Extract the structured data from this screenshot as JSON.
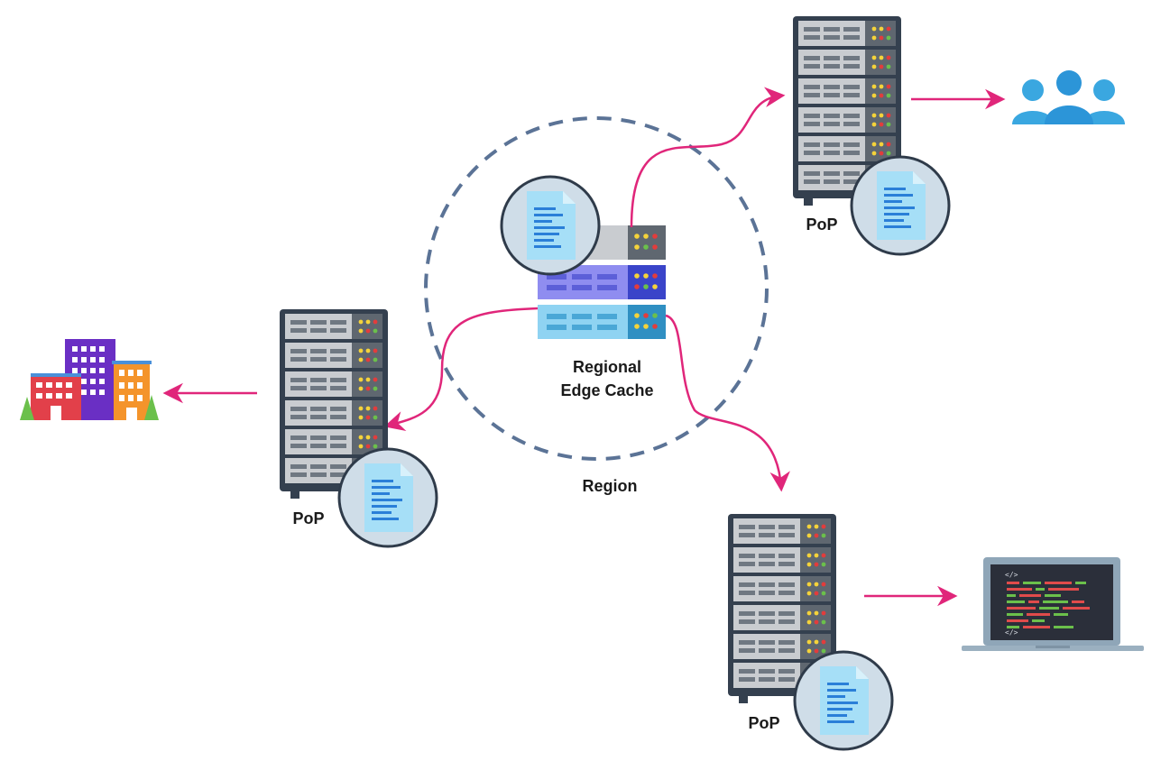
{
  "diagram": {
    "region_label": "Region",
    "regional_cache_label_line1": "Regional",
    "regional_cache_label_line2": "Edge Cache",
    "pops": [
      {
        "label": "PoP",
        "client": "users-group-icon"
      },
      {
        "label": "PoP",
        "client": "office-buildings-icon"
      },
      {
        "label": "PoP",
        "client": "laptop-code-icon"
      }
    ]
  },
  "colors": {
    "arrow": "#e0267a",
    "region_border": "#5b7396",
    "rack_frame": "#34404f",
    "doc_badge_bg": "#cfdde8",
    "doc_fill": "#a6dff7"
  }
}
